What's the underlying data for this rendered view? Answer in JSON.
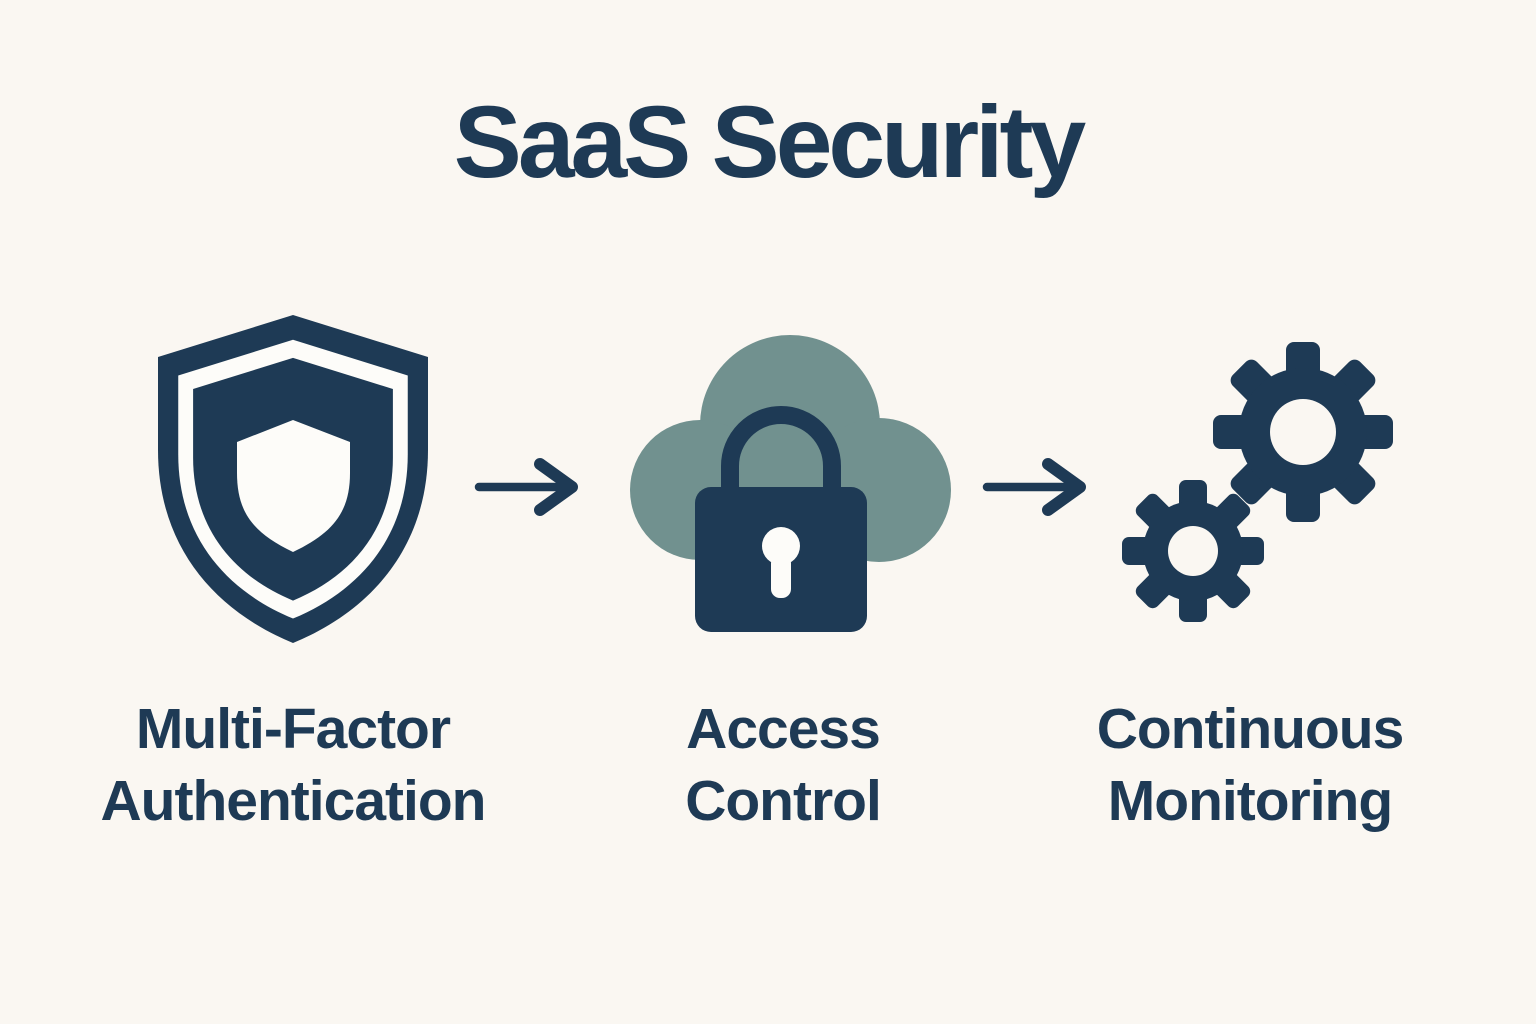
{
  "title": "SaaS Security",
  "colors": {
    "navy": "#1e3a55",
    "teal": "#71918f",
    "background": "#faf7f2",
    "white": "#fdfcf9"
  },
  "steps": [
    {
      "icon": "shield-icon",
      "label_line1": "Multi-Factor",
      "label_line2": "Authentication"
    },
    {
      "icon": "cloud-lock-icon",
      "label_line1": "Access",
      "label_line2": "Control"
    },
    {
      "icon": "gears-icon",
      "label_line1": "Continuous",
      "label_line2": "Monitoring"
    }
  ],
  "connectors": [
    {
      "icon": "arrow-right-icon"
    },
    {
      "icon": "arrow-right-icon"
    }
  ]
}
